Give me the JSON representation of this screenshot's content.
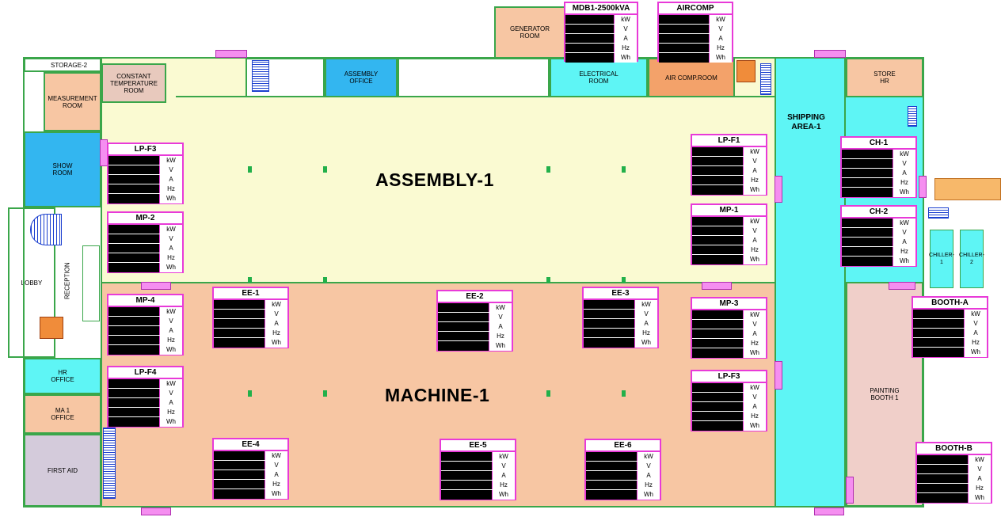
{
  "units": [
    "kW",
    "V",
    "A",
    "Hz",
    "Wh"
  ],
  "areas": {
    "assembly": "ASSEMBLY-1",
    "machine": "MACHINE-1"
  },
  "rooms": {
    "storage": "STORAGE-2",
    "measurement": "MEASUREMENT\nROOM",
    "constant_temp": "CONSTANT\nTEMPERATURE\nROOM",
    "show_room": "SHOW\nROOM",
    "reception": "RECEPTION",
    "lobby": "LOBBY",
    "hr_office": "HR\nOFFICE",
    "ma1_office": "MA 1\nOFFICE",
    "first_aid": "FIRST AID",
    "assembly_office": "ASSEMBLY\nOFFICE",
    "generator": "GENERATOR\nROOM",
    "electrical": "ELECTRICAL\nROOM",
    "air_comp": "AIR COMP.ROOM",
    "shipping": "SHIPPING\nAREA-1",
    "store_hr": "STORE\nHR",
    "chiller1": "CHILLER-1",
    "chiller2": "CHILLER-2",
    "painting": "PAINTING\nBOOTH 1"
  },
  "meters": {
    "mdb1": "MDB1-2500kVA",
    "aircomp": "AIRCOMP",
    "lpf3_top": "LP-F3",
    "mp2": "MP-2",
    "mp4": "MP-4",
    "lpf4": "LP-F4",
    "lpf1": "LP-F1",
    "mp1": "MP-1",
    "mp3": "MP-3",
    "lpf3_right": "LP-F3",
    "ch1": "CH-1",
    "ch2": "CH-2",
    "booth_a": "BOOTH-A",
    "booth_b": "BOOTH-B",
    "ee1": "EE-1",
    "ee2": "EE-2",
    "ee3": "EE-3",
    "ee4": "EE-4",
    "ee5": "EE-5",
    "ee6": "EE-6"
  },
  "colors": {
    "wall": "#3aa64a",
    "assembly_floor": "#fafad2",
    "machine_floor": "#f7c6a3",
    "shipping": "#5ef5f5",
    "show_room": "#33b6f0",
    "meter_border": "#e83ad8",
    "meter_value": "#000000"
  }
}
